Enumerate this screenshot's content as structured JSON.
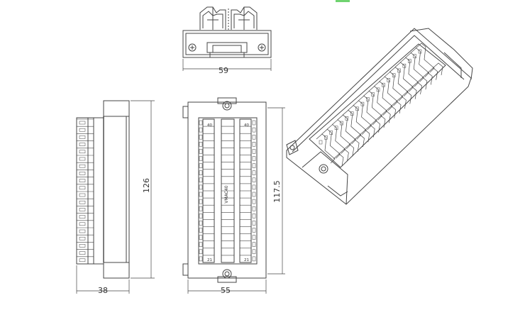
{
  "dimensions": {
    "top_width": "59",
    "side_width": "38",
    "side_height": "126",
    "front_width": "55",
    "front_height": "117.5"
  },
  "marks": {
    "left_column_top": "40",
    "left_column_bottom": "21",
    "right_column_top": "40",
    "right_column_bottom": "21",
    "center_label": "VMAC40"
  },
  "terminal_count_per_column": 20,
  "colors": {
    "line": "#444444",
    "accent": "#6fd36f"
  }
}
